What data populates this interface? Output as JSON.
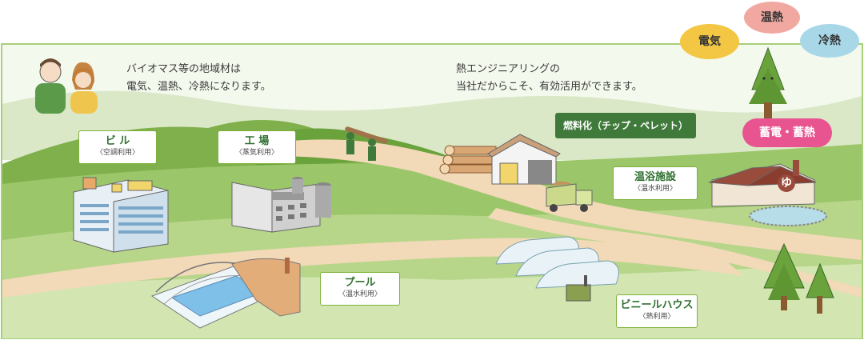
{
  "intro": {
    "line1": "バイオマス等の地域材は",
    "line2": "電気、温熱、冷熱になります。"
  },
  "company": {
    "line1": "熱エンジニアリングの",
    "line2": "当社だからこそ、有効活用ができます。"
  },
  "fuel_label": "燃料化（チップ・ペレット）",
  "facilities": {
    "building": {
      "title": "ビ ル",
      "sub": "〈空調利用〉"
    },
    "factory": {
      "title": "工 場",
      "sub": "〈蒸気利用〉"
    },
    "bath": {
      "title": "温浴施設",
      "sub": "〈温水利用〉"
    },
    "pool": {
      "title": "プール",
      "sub": "〈温水利用〉"
    },
    "greenhouse": {
      "title": "ビニールハウス",
      "sub": "〈熱利用〉"
    }
  },
  "energy": {
    "electric": "電気",
    "heat": "温熱",
    "cold": "冷熱",
    "storage": "蓄電・蓄熱"
  },
  "bath_sign": "ゆ",
  "colors": {
    "frame": "#a8cf7a",
    "accent_green": "#3f7a3a",
    "road": "#f2d9b8",
    "storage_pink": "#e8548f"
  }
}
